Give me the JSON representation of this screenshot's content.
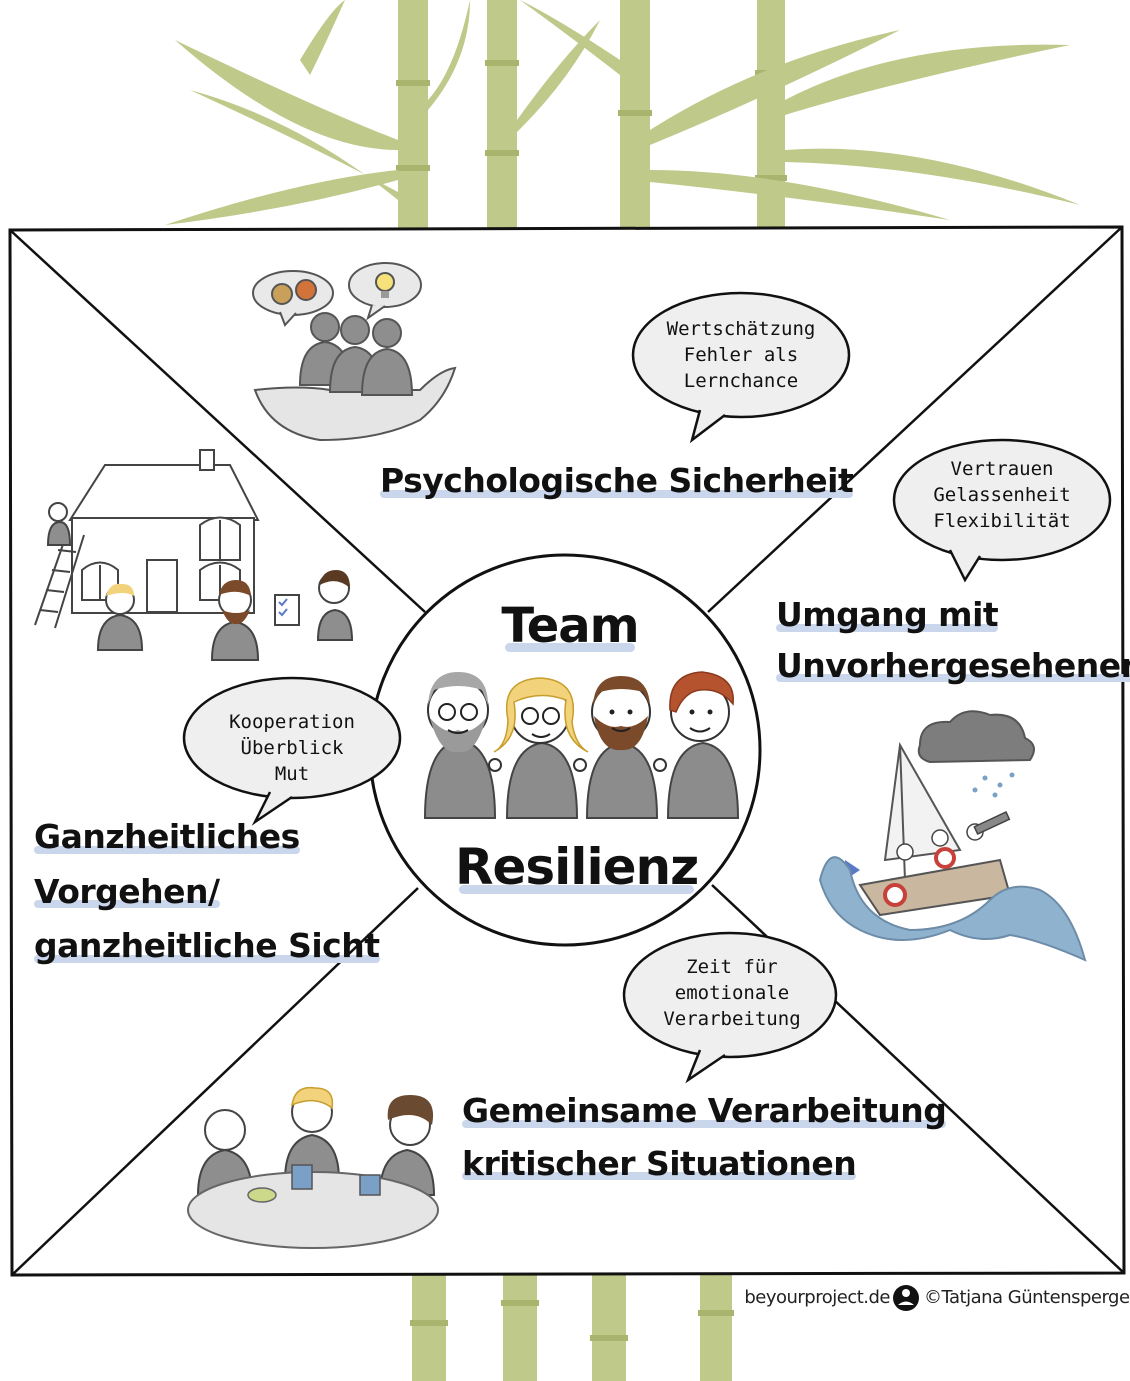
{
  "center": {
    "title_top": "Team",
    "title_bottom": "Resilienz"
  },
  "sections": {
    "top": {
      "heading": [
        "Psychologische Sicherheit"
      ],
      "bubble": [
        "Wertschätzung",
        "Fehler als",
        "Lernchance"
      ]
    },
    "right": {
      "heading": [
        "Umgang mit",
        "Unvorhergesehenem"
      ],
      "bubble": [
        "Vertrauen",
        "Gelassenheit",
        "Flexibilität"
      ]
    },
    "bottom": {
      "heading": [
        "Gemeinsame Verarbeitung",
        "kritischer Situationen"
      ],
      "bubble": [
        "Zeit für",
        "emotionale",
        "Verarbeitung"
      ]
    },
    "left": {
      "heading": [
        "Ganzheitliches",
        "Vorgehen/",
        "ganzheitliche Sicht"
      ],
      "bubble": [
        "Kooperation",
        "Überblick",
        "Mut"
      ]
    }
  },
  "credit": {
    "site": "beyourproject.de",
    "author": "©Tatjana Güntensperger"
  },
  "colors": {
    "bamboo": "#bfc98a",
    "bamboo_dark": "#a9b46f",
    "figure_gray": "#8c8c8c",
    "highlight": "#c9d6ec",
    "bubble_fill": "#efefef"
  }
}
